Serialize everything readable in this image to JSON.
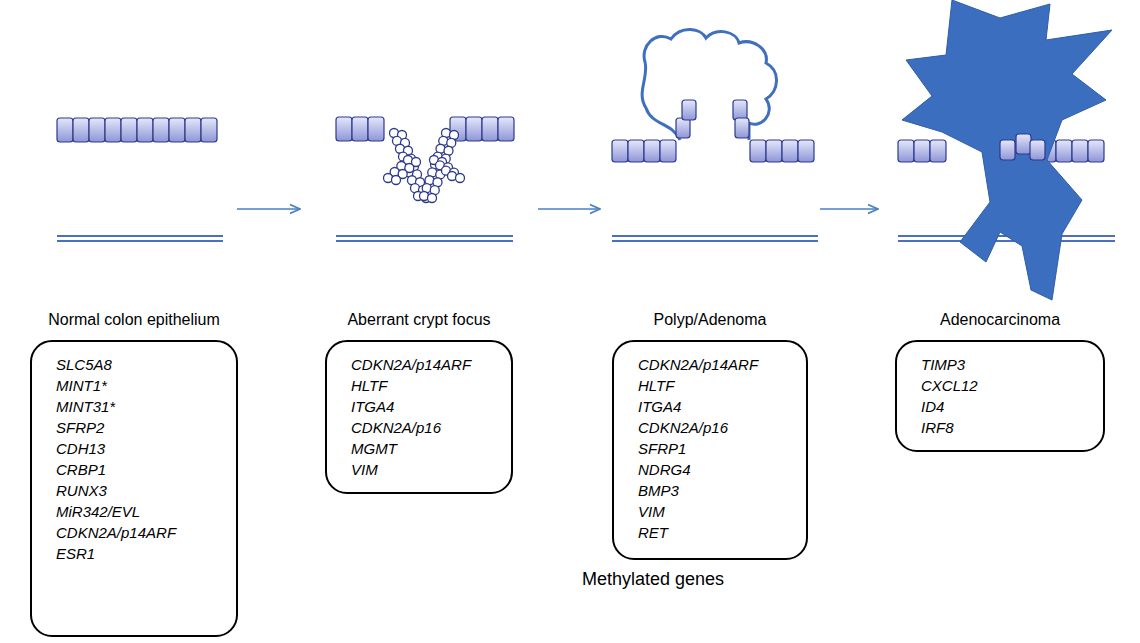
{
  "diagram": {
    "nodes": [
      {
        "text": [
          "Normal colon epithelium",
          "SLC5A8",
          "MINT1*",
          "MINT31*",
          "SFRP2",
          "CDH13",
          "CRBP1",
          "RUNX3",
          "MiR342/EVL",
          "CDKN2A/p14ARF",
          "ESR1"
        ]
      },
      {
        "text": [
          "Aberrant crypt focus",
          "CDKN2A/p14ARF",
          "HLTF",
          "ITGA4",
          "CDKN2A/p16",
          "MGMT",
          "VIM"
        ]
      },
      {
        "text": [
          "Polyp/Adenoma",
          "CDKN2A/p14ARF",
          "HLTF",
          "ITGA4",
          "CDKN2A/p16",
          "SFRP1",
          "NDRG4",
          "BMP3",
          "VIM",
          "RET"
        ]
      },
      {
        "text": [
          "Adenocarcinoma",
          "TIMP3",
          "CXCL12",
          "ID4",
          "IRF8"
        ]
      }
    ],
    "labels": [
      "Methylated genes"
    ]
  }
}
